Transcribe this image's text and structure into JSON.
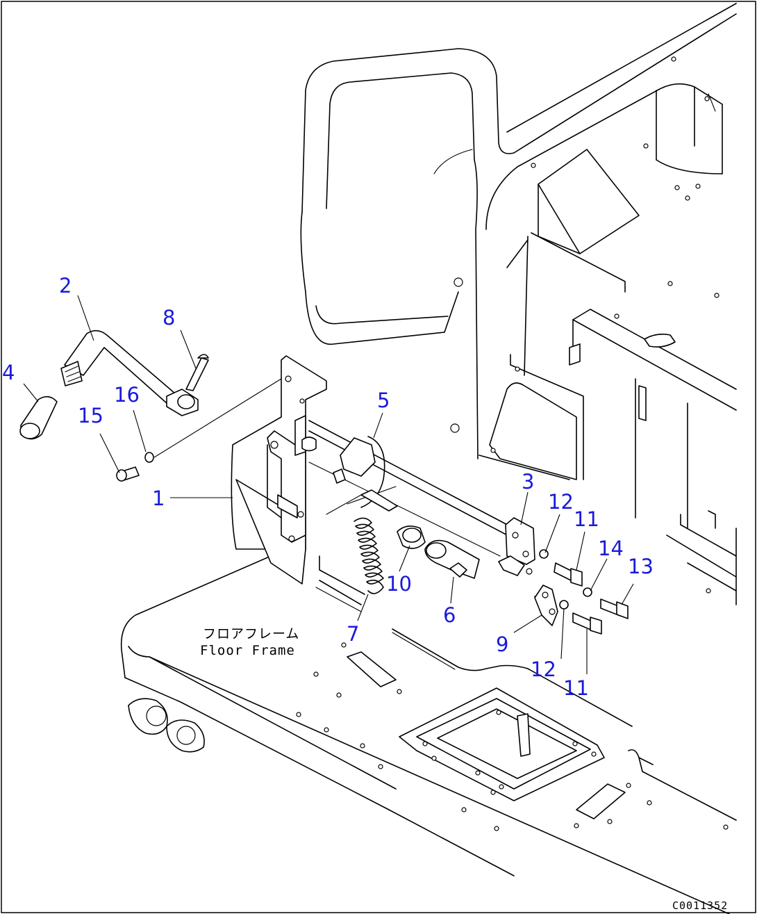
{
  "diagram": {
    "frame_label_jp": "フロアフレーム",
    "frame_label_en": "Floor Frame",
    "drawing_code": "C0011352",
    "callouts": [
      {
        "id": "1",
        "label": "1"
      },
      {
        "id": "2",
        "label": "2"
      },
      {
        "id": "3",
        "label": "3"
      },
      {
        "id": "4",
        "label": "4"
      },
      {
        "id": "5",
        "label": "5"
      },
      {
        "id": "6",
        "label": "6"
      },
      {
        "id": "7",
        "label": "7"
      },
      {
        "id": "8",
        "label": "8"
      },
      {
        "id": "9",
        "label": "9"
      },
      {
        "id": "10",
        "label": "10"
      },
      {
        "id": "11a",
        "label": "11"
      },
      {
        "id": "11b",
        "label": "11"
      },
      {
        "id": "12a",
        "label": "12"
      },
      {
        "id": "12b",
        "label": "12"
      },
      {
        "id": "13",
        "label": "13"
      },
      {
        "id": "14",
        "label": "14"
      },
      {
        "id": "15",
        "label": "15"
      },
      {
        "id": "16",
        "label": "16"
      }
    ],
    "colors": {
      "callout": "#1a1adb",
      "line": "#000000",
      "background": "#ffffff"
    }
  }
}
